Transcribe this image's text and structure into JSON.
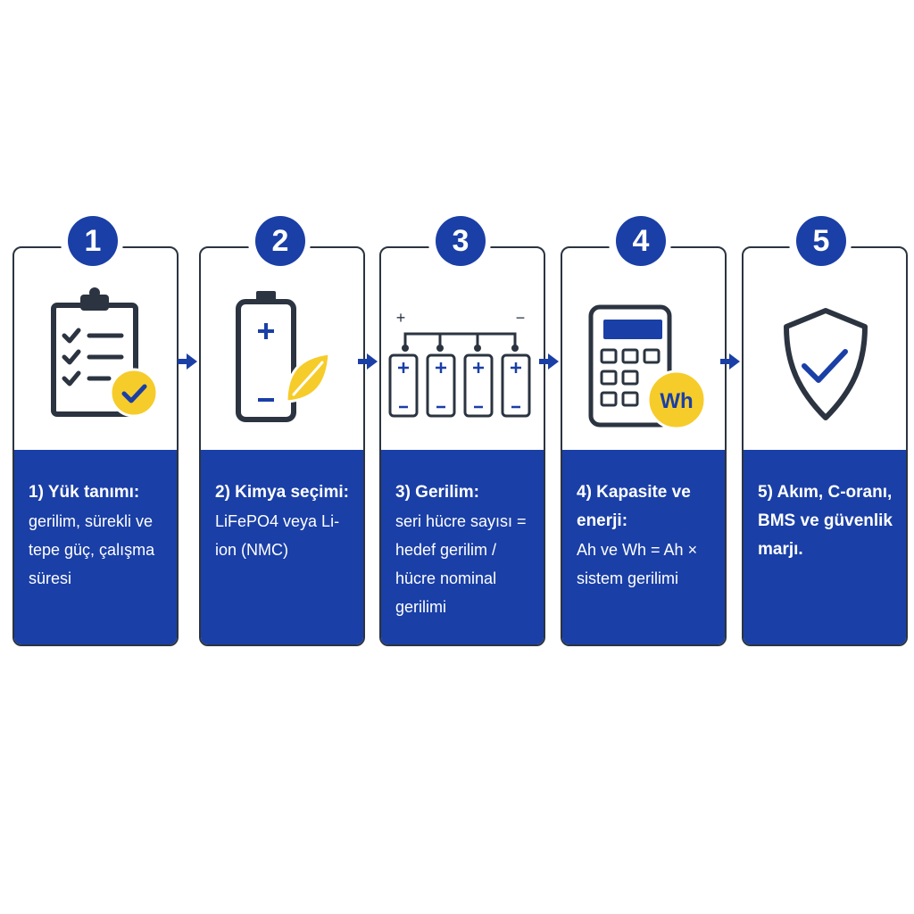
{
  "colors": {
    "primary": "#1a3fa6",
    "accent": "#f6cc2a",
    "outline": "#2b3440"
  },
  "steps": [
    {
      "number": "1",
      "title": "1) Yük tanımı:",
      "desc": "gerilim, sürekli ve tepe güç, çalışma süresi",
      "icon": "clipboard-checklist-icon"
    },
    {
      "number": "2",
      "title": "2) Kimya seçimi:",
      "desc": "LiFePO4 veya Li-ion (NMC)",
      "icon": "battery-leaf-icon"
    },
    {
      "number": "3",
      "title": "3) Gerilim:",
      "desc": "seri hücre sayısı = hedef gerilim / hücre nominal gerilimi",
      "icon": "series-cells-icon",
      "terminal_plus": "+",
      "terminal_minus": "−"
    },
    {
      "number": "4",
      "title": "4) Kapasite ve enerji:",
      "desc": "Ah ve Wh = Ah × sistem gerilimi",
      "icon": "calculator-icon",
      "badge_text": "Wh"
    },
    {
      "number": "5",
      "title": "5) Akım, C-oranı, BMS ve güvenlik marjı.",
      "desc": "",
      "icon": "shield-check-icon"
    }
  ]
}
